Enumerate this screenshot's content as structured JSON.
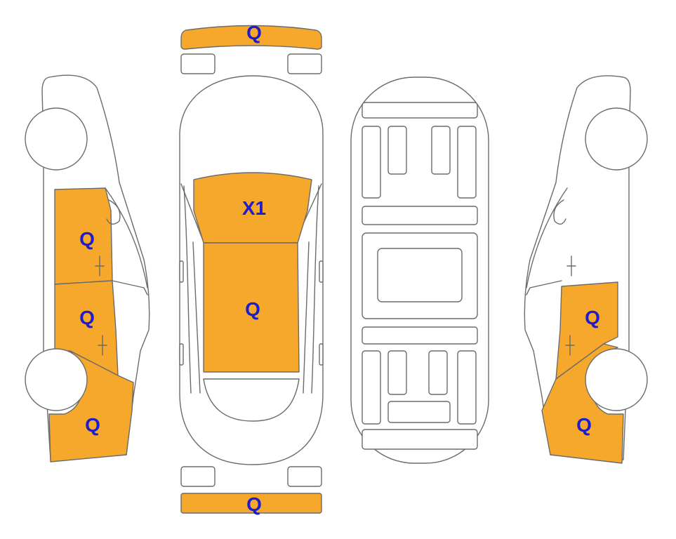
{
  "colors": {
    "damage_fill": "#f6a82d",
    "label_text": "#1d1dcc",
    "outline": "#6b6b6b",
    "background": "#ffffff"
  },
  "labels": {
    "front_bumper": "Q",
    "rear_bumper": "Q",
    "windshield": "X1",
    "hood": "Q",
    "left_front_door": "Q",
    "left_rear_door": "Q",
    "left_rear_fender": "Q",
    "right_rear_door": "Q",
    "right_rear_fender": "Q"
  }
}
